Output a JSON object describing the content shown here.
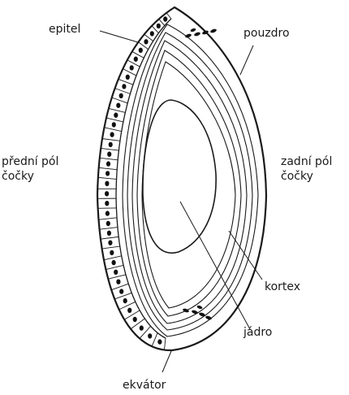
{
  "labels": {
    "epitel": "epitel",
    "pouzdro": "pouzdro",
    "predni_pol_line1": "přední pól",
    "predni_pol_line2": "čočky",
    "zadni_pol_line1": "zadní pól",
    "zadni_pol_line2": "čočky",
    "kortex": "kortex",
    "jadro": "jádro",
    "ekvator": "ekvátor"
  },
  "colors": {
    "line": "#1a1a1a",
    "text": "#1a1a1a",
    "cell_nucleus": "#111111",
    "background": "#ffffff"
  }
}
